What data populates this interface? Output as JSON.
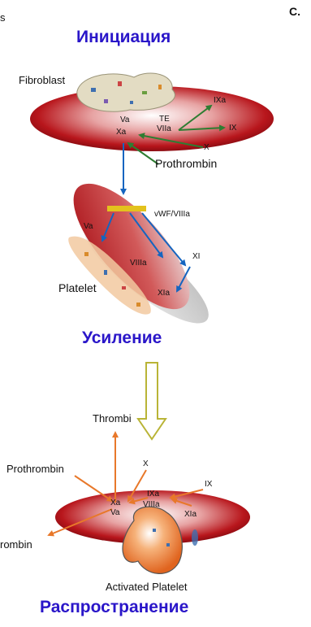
{
  "corner_text": {
    "left": "s",
    "right": "C."
  },
  "phases": {
    "initiation": "Инициация",
    "amplification": "Усиление",
    "propagation": "Распространение"
  },
  "initiation": {
    "cell": "Fibroblast",
    "factors": {
      "ixa": "IXa",
      "te": "TE",
      "va": "Va",
      "viia": "VIIa",
      "xa": "Xa",
      "ix": "IX",
      "x": "X",
      "prothrombin": "Prothrombin"
    }
  },
  "amplification": {
    "cell": "Platelet",
    "factors": {
      "vwf": "vWF/VIIIa",
      "va": "Va",
      "xi": "XI",
      "viiia": "VIIIa",
      "xia": "XIa"
    }
  },
  "propagation": {
    "cell": "Activated Platelet",
    "factors": {
      "thrombi": "Thrombi",
      "prothrombin": "Prothrombin",
      "x": "X",
      "ix": "IX",
      "xa": "Xa",
      "ixa": "IXa",
      "va": "Va",
      "viiia": "VIIIa",
      "xia": "XIa",
      "thrombin_cut": "rombin"
    }
  },
  "colors": {
    "title": "#2a16c9",
    "cell_red": "#b8161c",
    "green_arrow": "#2e7d32",
    "blue_arrow": "#1565c0",
    "orange_arrow": "#e8782a",
    "hollow_arrow": "#b9b436",
    "vwf_bar": "#e3c21d"
  }
}
